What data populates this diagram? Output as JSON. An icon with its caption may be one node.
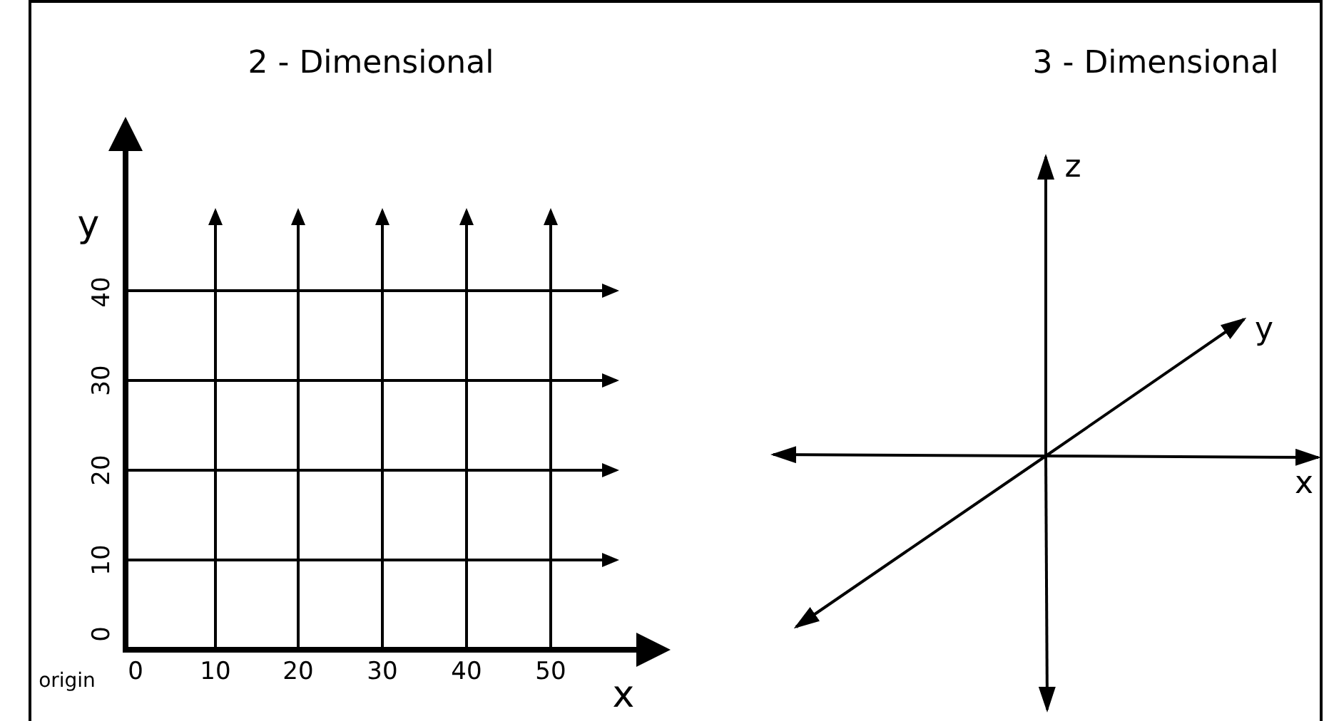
{
  "diagram": {
    "labels": [
      "2 - Dimensional",
      "3 - Dimensional",
      "z",
      "y",
      "40",
      "y",
      "30",
      "x",
      "20",
      "10",
      "0",
      "origin",
      "0",
      "10",
      "20",
      "30",
      "40",
      "50",
      "x"
    ]
  }
}
